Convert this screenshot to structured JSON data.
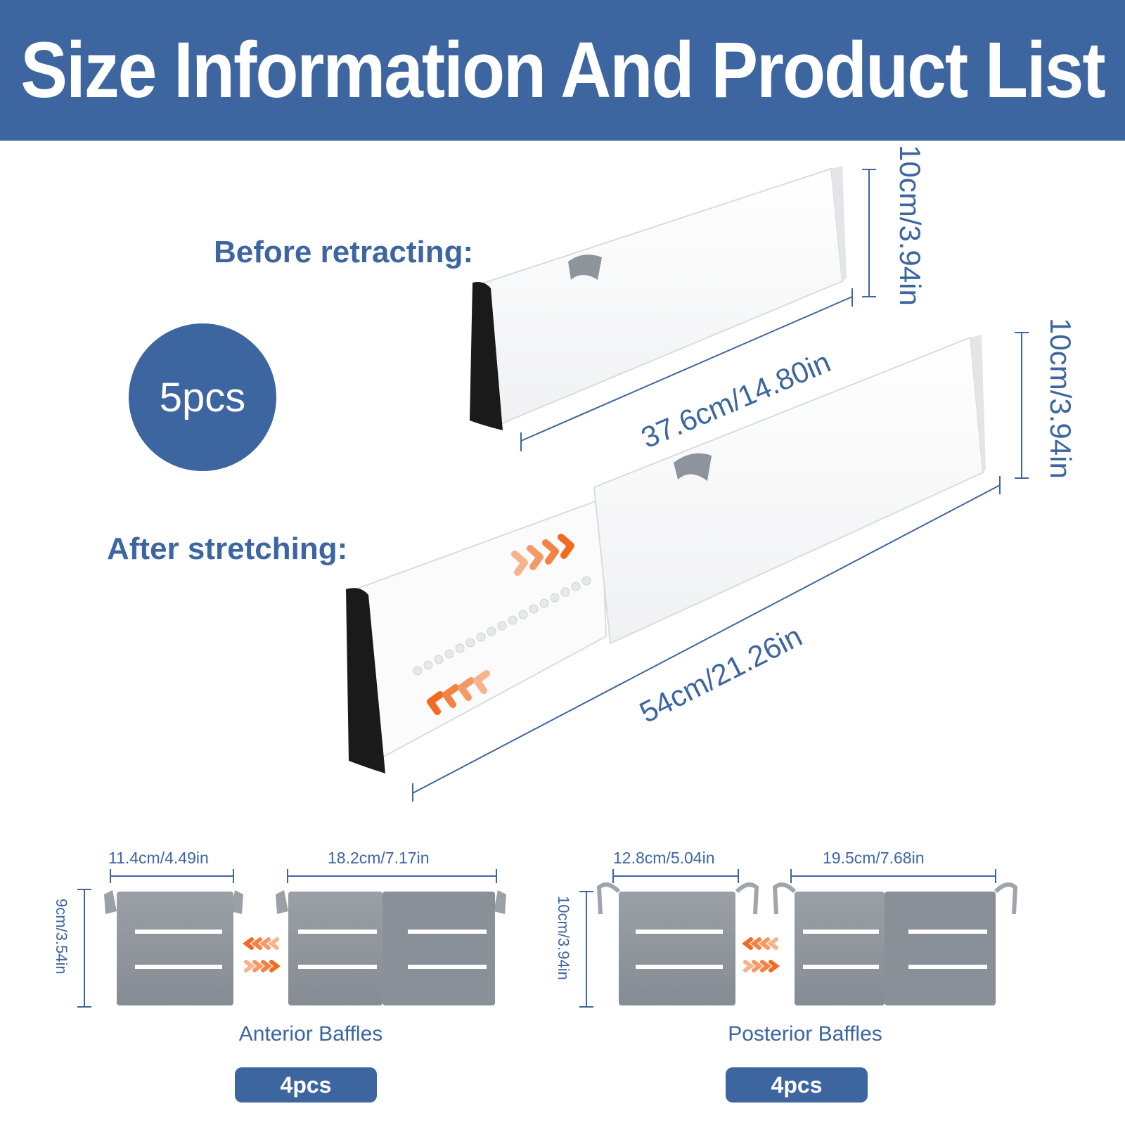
{
  "title": "Size Information And Product List",
  "main": {
    "before_label": "Before retracting:",
    "after_label": "After stretching:",
    "quantity": "5pcs",
    "before_height": "10cm/3.94in",
    "before_length": "37.6cm/14.80in",
    "after_height": "10cm/3.94in",
    "after_length": "54cm/21.26in"
  },
  "anterior": {
    "width_closed": "11.4cm/4.49in",
    "width_open": "18.2cm/7.17in",
    "height": "9cm/3.54in",
    "caption": "Anterior Baffles",
    "quantity": "4pcs"
  },
  "posterior": {
    "width_closed": "12.8cm/5.04in",
    "width_open": "19.5cm/7.68in",
    "height": "10cm/3.94in",
    "caption": "Posterior Baffles",
    "quantity": "4pcs"
  },
  "colors": {
    "brand_blue": "#3d66a0",
    "arrow_orange": "#f26b21",
    "baffle_gray": "#8e949b",
    "foam_black": "#1a1a1a"
  }
}
